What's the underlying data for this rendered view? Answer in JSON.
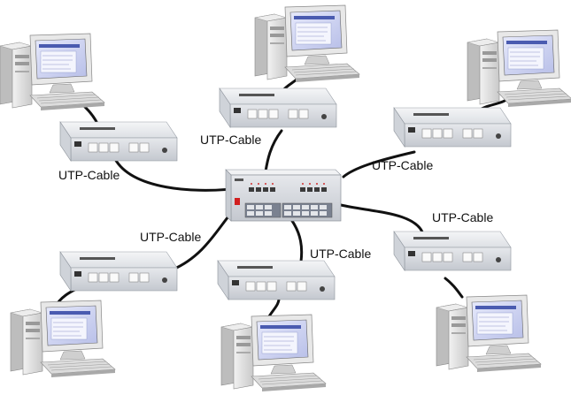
{
  "diagram": {
    "cable_labels": [
      "UTP-Cable",
      "UTP-Cable",
      "UTP-Cable",
      "UTP-Cable",
      "UTP-Cable",
      "UTP-Cable"
    ],
    "colors": {
      "cable": "#111111",
      "device": "#e9ebee",
      "device_dark": "#b9bec6",
      "screen": "#d5d9f2",
      "monitor": "#eaeaea",
      "tower": "#e2e2e2"
    }
  }
}
